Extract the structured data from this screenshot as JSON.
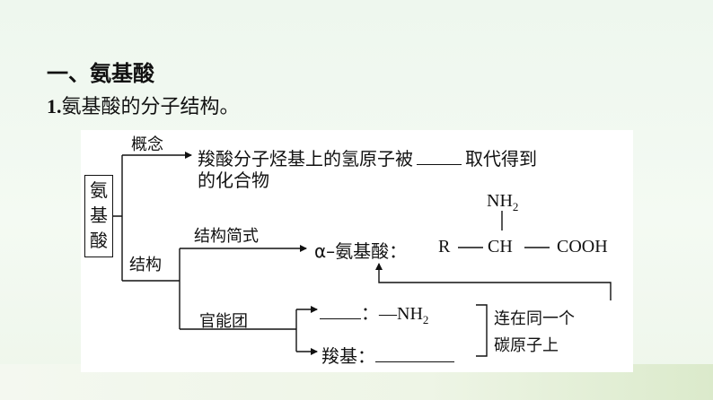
{
  "heading": "一、氨基酸",
  "subheading": {
    "number": "1.",
    "text": "氨基酸的分子结构。"
  },
  "diagram": {
    "root_chars": [
      "氨",
      "基",
      "酸"
    ],
    "concept": {
      "label": "概念",
      "line1_before": "羧酸分子烃基上的氢原子被",
      "line1_after": "取代得到",
      "line2": "的化合物"
    },
    "structure": {
      "label": "结构",
      "formula_label": "结构简式",
      "formula_name": "α–氨基酸：",
      "formula_R": "R",
      "formula_CH": "CH",
      "formula_COOH": "COOH",
      "formula_NH2": "NH",
      "formula_NH2_sub": "2",
      "functional_label": "官能团",
      "group1_sep": "：",
      "group1_value": "—NH",
      "group1_sub": "2",
      "group2_label": "羧基：",
      "note_line1": "连在同一个",
      "note_line2": "碳原子上"
    }
  }
}
